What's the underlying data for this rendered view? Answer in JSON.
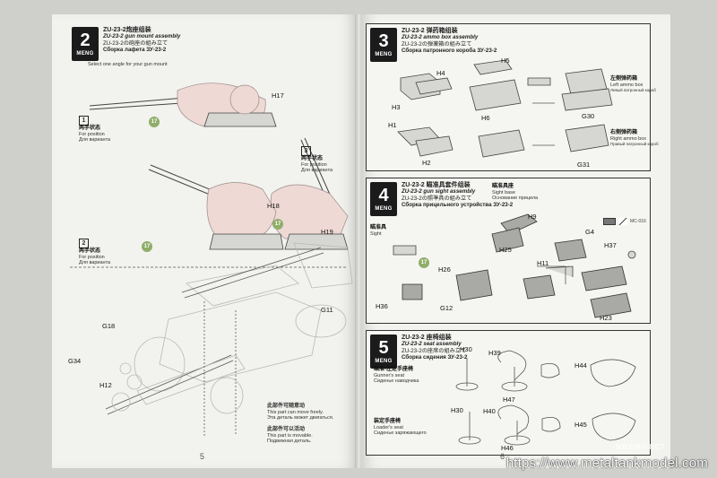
{
  "left_page": {
    "page_number": "5",
    "step2": {
      "number": "2",
      "brand": "MENG",
      "title_cn": "ZU-23-2炮座组装",
      "title_en": "ZU-23-2 gun mount assembly",
      "title_jp": "ZU-23-2の砲座の組み立て",
      "title_ru": "Сборка лафета ЗУ-23-2",
      "angle_note_en": "Select one angle for your gun mount",
      "part_labels": {
        "H17": "H17",
        "H18": "H18",
        "H19": "H19",
        "G11": "G11",
        "G18": "G18",
        "G34": "G34",
        "H12": "H12"
      },
      "positions": [
        {
          "num": "1",
          "cn": "两手状态",
          "en": "For position",
          "ru": "Для варианта"
        },
        {
          "num": "2",
          "cn": "两手状态",
          "en": "For position",
          "ru": "Для варианта"
        },
        {
          "num": "3",
          "cn": "两手状态",
          "en": "For position",
          "ru": "Для варианта"
        }
      ],
      "bubbles": [
        "17",
        "17",
        "17"
      ],
      "footnote_1_cn": "此部件可随意动",
      "footnote_1_en": "This part can move freely.",
      "footnote_1_ru": "Эта деталь может двигаться.",
      "footnote_2_cn": "此部件可以活动",
      "footnote_2_en": "This part is movable.",
      "footnote_2_ru": "Подвижная деталь."
    }
  },
  "right_page": {
    "page_number": "6",
    "step3": {
      "number": "3",
      "brand": "MENG",
      "title_cn": "ZU-23-2 弹药箱组装",
      "title_en": "ZU-23-2 ammo box assembly",
      "title_jp": "ZU-23-2の弾薬箱の組み立て",
      "title_ru": "Сборка патронного короба ЗУ-23-2",
      "labels": [
        "H5",
        "H4",
        "H3",
        "H1",
        "H6",
        "H2",
        "G30",
        "G31"
      ],
      "left_box_cn": "左侧弹药箱",
      "left_box_en": "Left ammo box",
      "left_box_ru": "Левый патронный короб",
      "right_box_cn": "右侧弹药箱",
      "right_box_en": "Right ammo box",
      "right_box_ru": "Правый патронный короб"
    },
    "step4": {
      "number": "4",
      "brand": "MENG",
      "title_cn": "ZU-23-2 瞄准具套件组装",
      "title_en": "ZU-23-2 gun sight assembly",
      "title_jp": "ZU-23-2の照準具の組み立て",
      "title_ru": "Сборка прицельного устройства ЗУ-23-2",
      "sight_note_cn": "瞄准具座",
      "sight_note_en": "Sight base",
      "sight_note_ru": "Основание прицела",
      "side_note_cn": "瞄准具",
      "side_note_en": "Sight",
      "paint_code": "MC-016",
      "bubble": "17",
      "labels": [
        "H9",
        "G4",
        "H25",
        "H37",
        "H26",
        "H11",
        "H36",
        "G12",
        "H23"
      ]
    },
    "step5": {
      "number": "5",
      "brand": "MENG",
      "title_cn": "ZU-23-2 座椅组装",
      "title_en": "ZU-23-2 seat assembly",
      "title_jp": "ZU-23-2の座席の組み立て",
      "title_ru": "Сборка сидения ЗУ-23-2",
      "gunner_cn": "瞄准-左定手座椅",
      "gunner_en": "Gunner's seat",
      "gunner_ru": "Сиденье наводчика",
      "loader_cn": "装定手座椅",
      "loader_en": "Loader's seat",
      "loader_ru": "Сиденье заряжающего",
      "labels": [
        "H30",
        "H39",
        "H44",
        "H47",
        "H30",
        "H40",
        "H45",
        "H46"
      ]
    }
  },
  "watermark": {
    "url": "https://www.metaltankmodel.com",
    "small": "MBXING.NET"
  }
}
